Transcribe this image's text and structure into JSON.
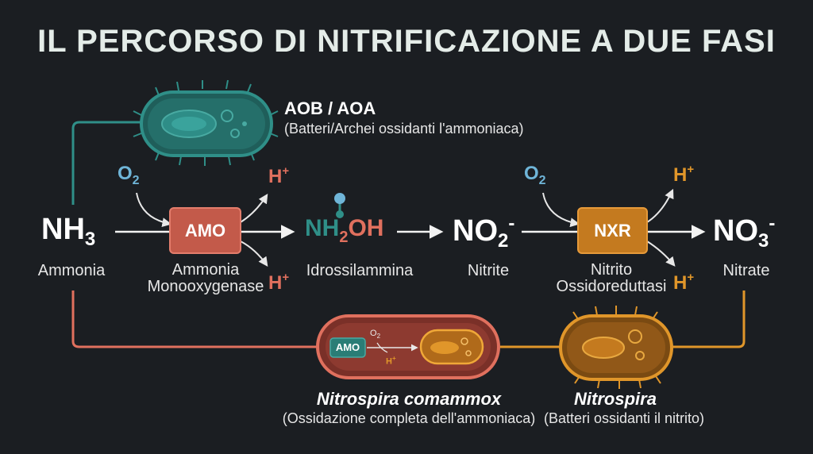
{
  "title": "IL PERCORSO DI NITRIFICAZIONE A DUE FASI",
  "colors": {
    "teal": "#2f8f88",
    "coral": "#e0705e",
    "orange": "#e0962a",
    "blue": "#6fb5d8"
  },
  "aob": {
    "name": "AOB / AOA",
    "description": "(Batteri/Archei ossidanti l'ammoniaca)"
  },
  "species": {
    "ammonia": {
      "base": "NH",
      "sub": "3",
      "label": "Ammonia"
    },
    "hydroxylamine": {
      "left": "NH",
      "sub": "2",
      "right": "OH",
      "label": "Idrossilammina"
    },
    "nitrite": {
      "base": "NO",
      "sub": "2",
      "sup": "-",
      "label": "Nitrite"
    },
    "nitrate": {
      "base": "NO",
      "sub": "3",
      "sup": "-",
      "label": "Nitrate"
    }
  },
  "enzymes": {
    "amo": {
      "abbr": "AMO",
      "line1": "Ammonia",
      "line2": "Monooxygenase"
    },
    "nxr": {
      "abbr": "NXR",
      "line1": "Nitrito",
      "line2": "Ossidoreduttasi"
    }
  },
  "reagents": {
    "o2_base": "O",
    "o2_sub": "2",
    "h_base": "H",
    "h_sup": "+"
  },
  "comammox": {
    "name": "Nitrospira comammox",
    "description": "(Ossidazione completa dell'ammoniaca)",
    "inner_enzyme": "AMO"
  },
  "nitrospira": {
    "name": "Nitrospira",
    "description": "(Batteri ossidanti il nitrito)"
  }
}
